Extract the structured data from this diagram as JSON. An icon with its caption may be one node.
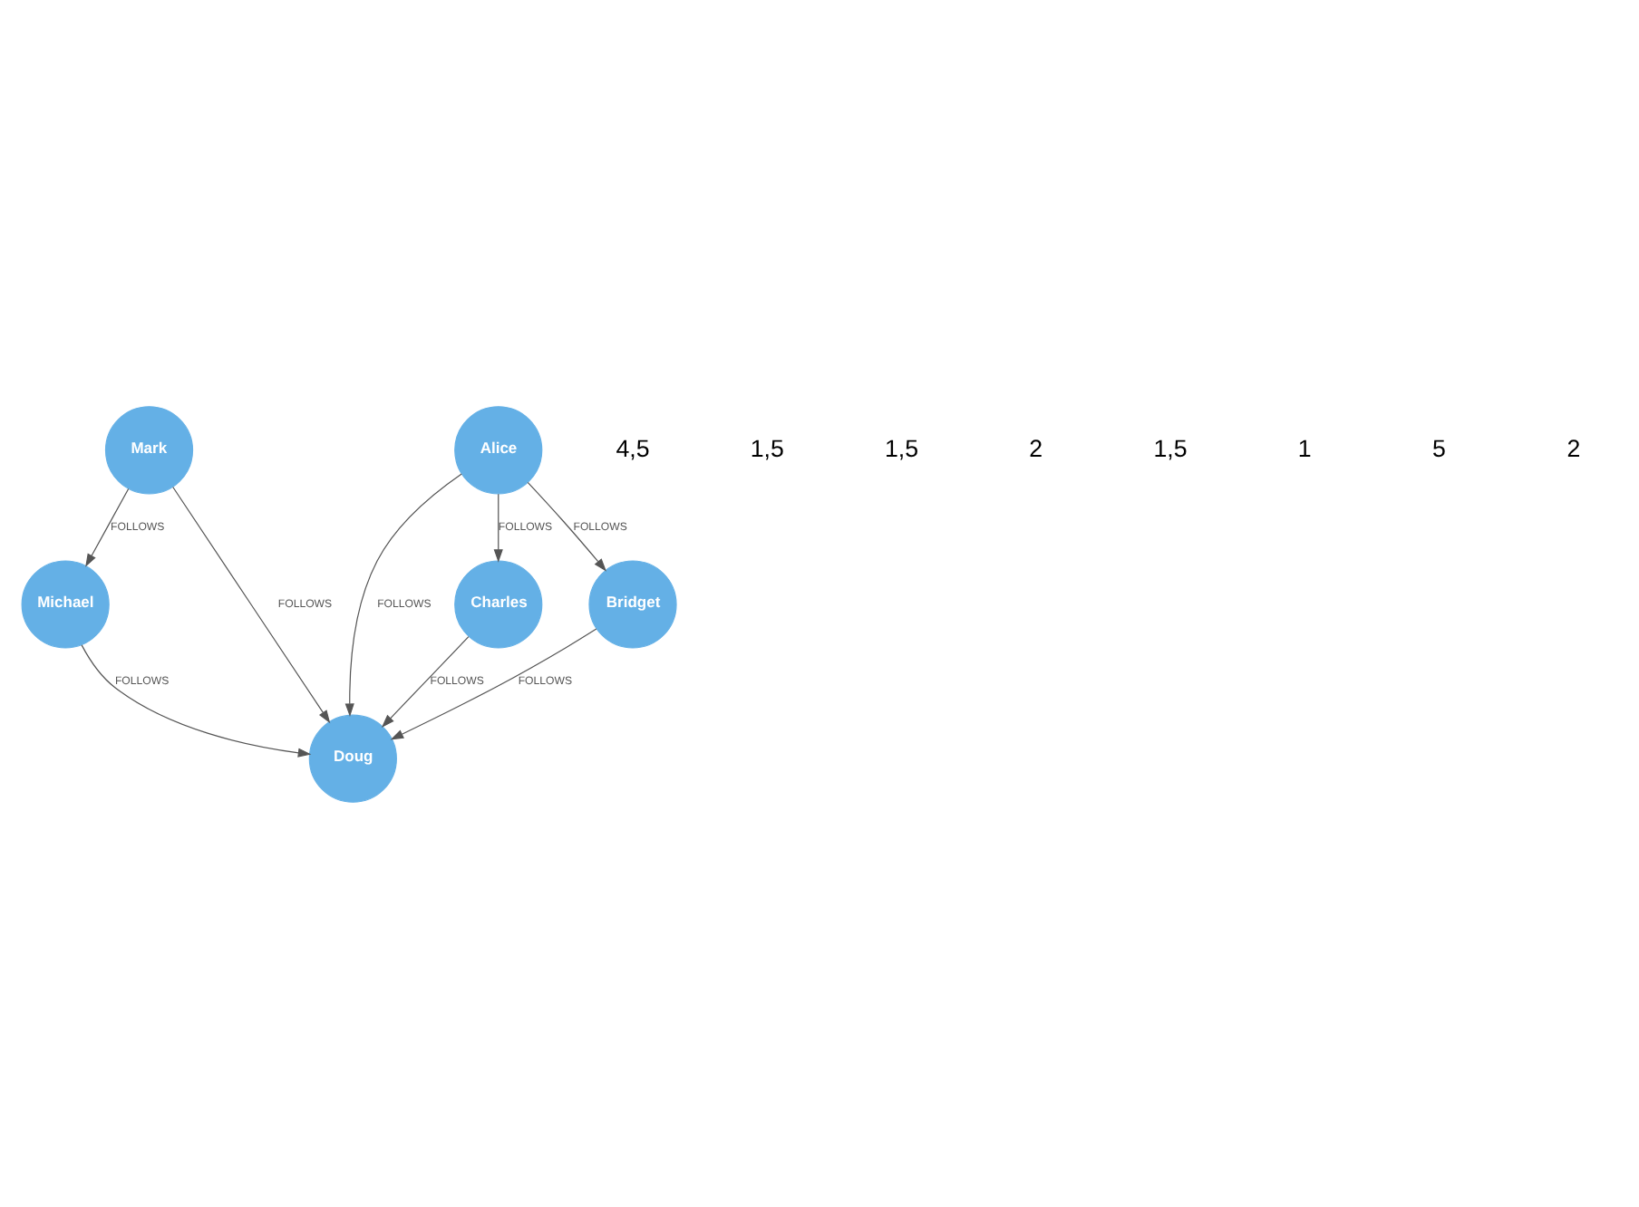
{
  "diagram": {
    "nodes": [
      {
        "text": [
          "Michael"
        ]
      },
      {
        "text": [
          "Mark"
        ]
      },
      {
        "text": [
          "Doug"
        ]
      },
      {
        "text": [
          "Charles"
        ]
      },
      {
        "text": [
          "Bridget"
        ]
      },
      {
        "text": [
          "Alice"
        ]
      }
    ],
    "edges": [
      {
        "from": 1,
        "to": 0,
        "arrow": "to",
        "label": "FOLLOWS"
      },
      {
        "from": 0,
        "to": 2,
        "arrow": "to",
        "label": "FOLLOWS"
      },
      {
        "from": 1,
        "to": 2,
        "arrow": "to",
        "label": "FOLLOWS"
      },
      {
        "from": 3,
        "to": 2,
        "arrow": "to",
        "label": "FOLLOWS"
      },
      {
        "from": 4,
        "to": 2,
        "arrow": "to",
        "label": "FOLLOWS"
      },
      {
        "from": 5,
        "to": 2,
        "arrow": "to",
        "label": "FOLLOWS"
      },
      {
        "from": 5,
        "to": 3,
        "arrow": "to",
        "label": "FOLLOWS"
      },
      {
        "from": 5,
        "to": 4,
        "arrow": "to",
        "label": "FOLLOWS"
      }
    ],
    "labels": [
      "4,5",
      "1,5",
      "1,5",
      "2",
      "1,5",
      "1",
      "5",
      "2"
    ]
  }
}
